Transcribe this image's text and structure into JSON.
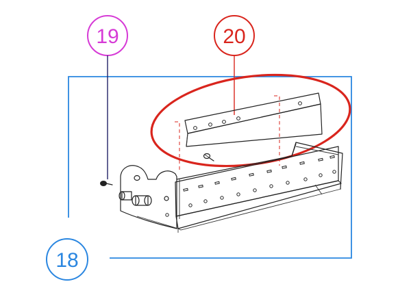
{
  "callouts": [
    {
      "id": "assembly",
      "label": "18",
      "color": "#2a86e0"
    },
    {
      "id": "screw",
      "label": "19",
      "color": "#d63ad6"
    },
    {
      "id": "bracket",
      "label": "20",
      "color": "#d9251d"
    }
  ],
  "colors": {
    "assembly_frame": "#2a86e0",
    "screw_leader": "#222266",
    "bracket_highlight": "#d9251d",
    "line_art": "#222222"
  }
}
